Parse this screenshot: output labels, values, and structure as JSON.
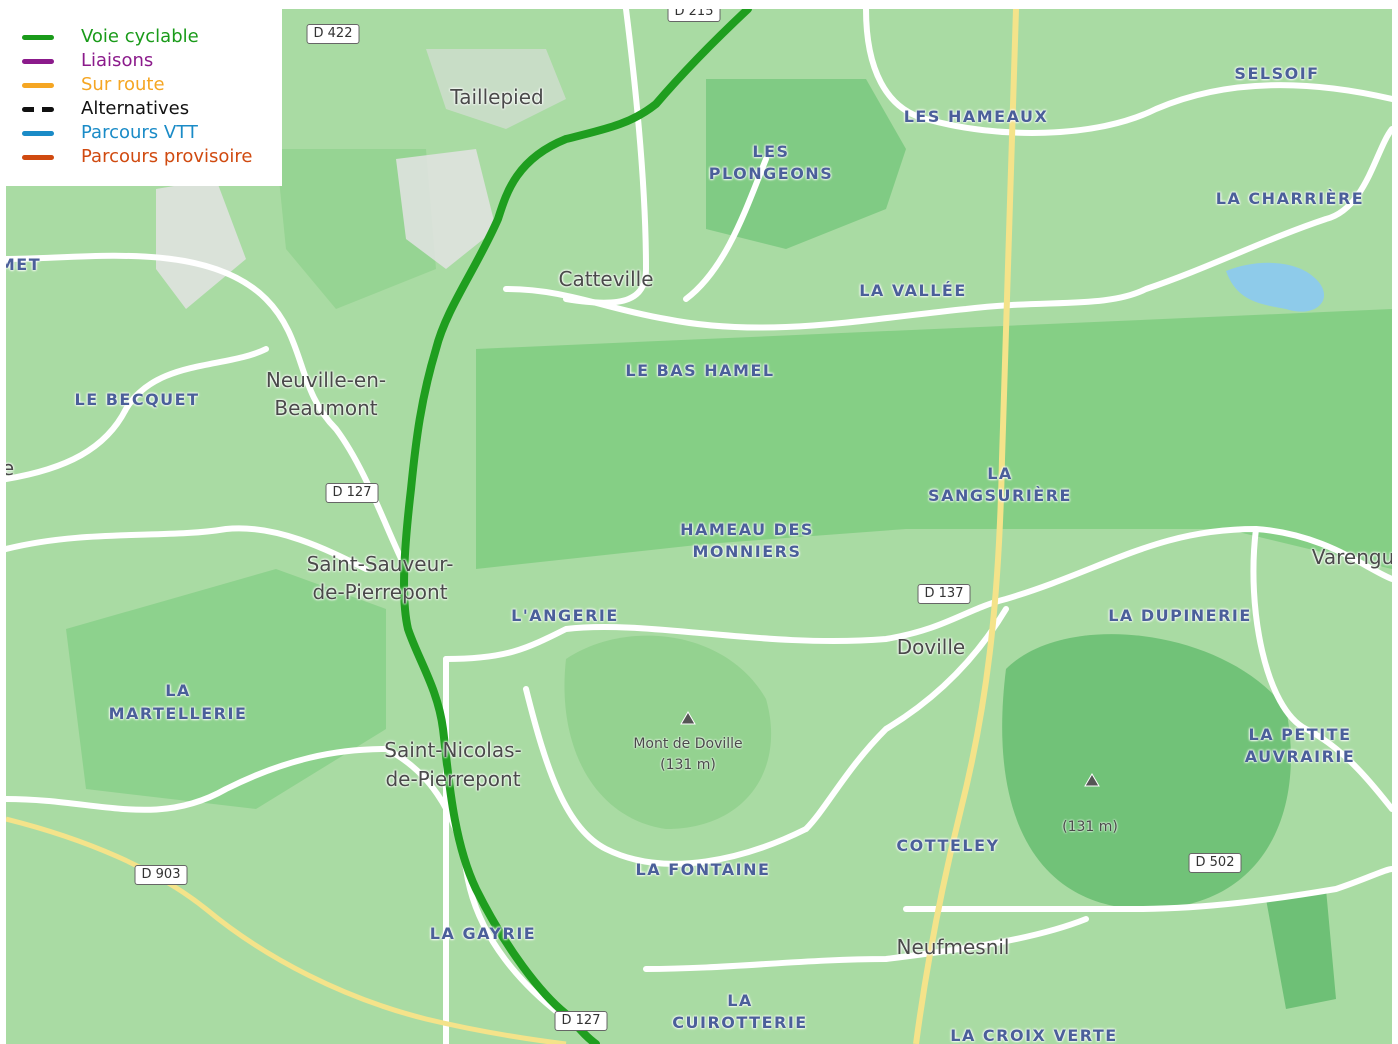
{
  "legend": {
    "items": [
      {
        "label": "Voie cyclable",
        "color": "#1a9b1a",
        "dashed": false
      },
      {
        "label": "Liaisons",
        "color": "#8b1a8b",
        "dashed": false
      },
      {
        "label": "Sur route",
        "color": "#f5a623",
        "dashed": false
      },
      {
        "label": "Alternatives",
        "color": "#111111",
        "dashed": true
      },
      {
        "label": "Parcours VTT",
        "color": "#1a8bc7",
        "dashed": false
      },
      {
        "label": "Parcours provisoire",
        "color": "#d04a10",
        "dashed": false
      }
    ]
  },
  "map": {
    "hamlets": {
      "les_hameaux": "LES HAMEAUX",
      "selsoif": "SELSOIF",
      "les_plongeons_1": "LES",
      "les_plongeons_2": "PLONGEONS",
      "la_charriere": "LA CHARRIÈRE",
      "met": "MET",
      "la_vallee": "LA VALLÉE",
      "le_bas_hamel": "LE BAS HAMEL",
      "le_becquet": "LE BECQUET",
      "la_sangsuriere_1": "LA",
      "la_sangsuriere_2": "SANGSURIÈRE",
      "hameau_des_monniers_1": "HAMEAU DES",
      "hameau_des_monniers_2": "MONNIERS",
      "l_angerie": "L'ANGERIE",
      "la_dupinerie": "LA DUPINERIE",
      "la_martellerie_1": "LA",
      "la_martellerie_2": "MARTELLERIE",
      "la_petite_auvrairie_1": "LA PETITE",
      "la_petite_auvrairie_2": "AUVRAIRIE",
      "cotteley": "COTTELEY",
      "la_fontaine": "LA FONTAINE",
      "la_gayrie": "LA GAYRIE",
      "la_cuirotterie_1": "LA",
      "la_cuirotterie_2": "CUIROTTERIE",
      "la_croix_verte": "LA CROIX VERTE"
    },
    "towns": {
      "taillepied": "Taillepied",
      "catteville": "Catteville",
      "neuville_1": "Neuville-en-",
      "neuville_2": "Beaumont",
      "saint_sauveur_1": "Saint-Sauveur-",
      "saint_sauveur_2": "de-Pierrepont",
      "saint_nicolas_1": "Saint-Nicolas-",
      "saint_nicolas_2": "de-Pierrepont",
      "doville": "Doville",
      "varengu": "Varengu",
      "neufmesnil": "Neufmesnil",
      "e_edge": "e"
    },
    "peaks": {
      "mont_doville_1": "Mont de Doville",
      "mont_doville_2": "(131 m)",
      "peak_east": "(131 m)"
    },
    "roads": {
      "d215": "D 215",
      "d422": "D 422",
      "d127_north": "D 127",
      "d137": "D 137",
      "d903": "D 903",
      "d502": "D 502",
      "d127_south": "D 127"
    }
  }
}
